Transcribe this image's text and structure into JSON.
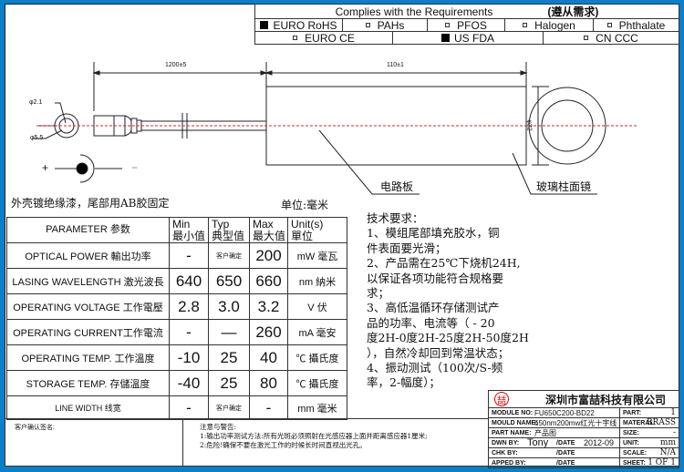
{
  "compliance": {
    "title": "Complies with the Requirements",
    "title_cn": "(遵从需求)",
    "items": [
      {
        "label": "EURO RoHS",
        "checked": true
      },
      {
        "label": "PAHs",
        "checked": false
      },
      {
        "label": "PFOS",
        "checked": false
      },
      {
        "label": "Halogen",
        "checked": false
      },
      {
        "label": "Phthalate",
        "checked": false
      },
      {
        "label": "EURO CE",
        "checked": false
      },
      {
        "label": "US FDA",
        "checked": true
      },
      {
        "label": "CN CCC",
        "checked": false
      }
    ]
  },
  "drawing": {
    "dim_cable": "1200±5",
    "dim_body": "110±1",
    "dim_diameter": "φ22",
    "dim_inner": "φ2.1",
    "dim_outer": "φ5.5",
    "plus": "+",
    "minus": "−",
    "label_pcb": "电路板",
    "label_lens": "玻璃柱面镜",
    "red_line_color": "#e02020"
  },
  "note_top": "外壳镀绝缘漆，尾部用AB胶固定",
  "unit_note": "单位:毫米",
  "spec_table": {
    "headers": [
      {
        "en": "PARAMETER 参数",
        "cn": ""
      },
      {
        "en": "Min",
        "cn": "最小值"
      },
      {
        "en": "Typ",
        "cn": "典型值"
      },
      {
        "en": "Max",
        "cn": "最大值"
      },
      {
        "en": "Unit(s)",
        "cn": "單位"
      }
    ],
    "rows": [
      {
        "param": "OPTICAL POWER 輸出功率",
        "min": "-",
        "typ": "客户确定",
        "max": "200",
        "unit": "mW 毫瓦"
      },
      {
        "param": "LASING WAVELENGTH 激光波長",
        "min": "640",
        "typ": "650",
        "max": "660",
        "unit": "nm 納米"
      },
      {
        "param": "OPERATING VOLTAGE 工作電壓",
        "min": "2.8",
        "typ": "3.0",
        "max": "3.2",
        "unit": "V 伏"
      },
      {
        "param": "OPERATING CURRENT工作電流",
        "min": "-",
        "typ": "—",
        "max": "260",
        "unit": "mA 毫安"
      },
      {
        "param": "OPERATING TEMP. 工作溫度",
        "min": "-10",
        "typ": "25",
        "max": "40",
        "unit": "℃ 攝氏度"
      },
      {
        "param": "STORAGE TEMP. 存儲溫度",
        "min": "-40",
        "typ": "25",
        "max": "80",
        "unit": "℃ 攝氏度"
      },
      {
        "param": "LINE WIDTH     线宽",
        "min": "-",
        "typ": "客户确定",
        "max": "-",
        "unit": "mm  毫米"
      }
    ]
  },
  "tech_req": {
    "lines": [
      "技术要求：",
      "1、模组尾部填充胶水，铜",
      "件表面要光滑；",
      "2、产品需在25℃下烧机24H,",
      "以保证各项功能符合规格要",
      "求；",
      "3、高低温循环存储测试产",
      "品的功率、电流等（ - 20",
      "度2H-0度2H-25度2H-50度2H",
      "），自然冷却回到常温状态；",
      "4、振动测试（100次/S-频",
      "率，2-幅度）；"
    ]
  },
  "customer_sign": "客户确认签名:",
  "warnings": {
    "title": "注意与警告:",
    "lines": [
      "1:输出功率测试方法:所有光斑必须照射在光感应器上面并距离感应器1厘米;",
      "2:危险!确保不要在激光工作的时候长时间直视出光孔。"
    ]
  },
  "title_block": {
    "logo": "喆",
    "company": "深圳市富喆科技有限公司",
    "rows": [
      {
        "label": "MODULE NO:",
        "value": "FU650C200-BD22",
        "rlabel": "PART:",
        "rvalue": "1"
      },
      {
        "label": "MOULD NAME:",
        "value": "650nm200mw红光十字线",
        "rlabel": "MATERAL:",
        "rvalue": "BRASS"
      },
      {
        "label": "PART NAME:",
        "value": "产品图",
        "rlabel": "SIZE:",
        "rvalue": "-"
      },
      {
        "label": "DWN BY:",
        "value": "Tony",
        "date_label": "/DATE",
        "date": "2012-09",
        "rlabel": "UNIT:",
        "rvalue": "mm"
      },
      {
        "label": "CHK BY:",
        "value": "",
        "date_label": "/DATE",
        "date": "",
        "rlabel": "SCALE:",
        "rvalue": "N/A"
      },
      {
        "label": "APPED BY:",
        "value": "",
        "date_label": "/DATE",
        "date": "",
        "rlabel": "SHEET:",
        "rvalue": "1 OF 1"
      }
    ]
  }
}
